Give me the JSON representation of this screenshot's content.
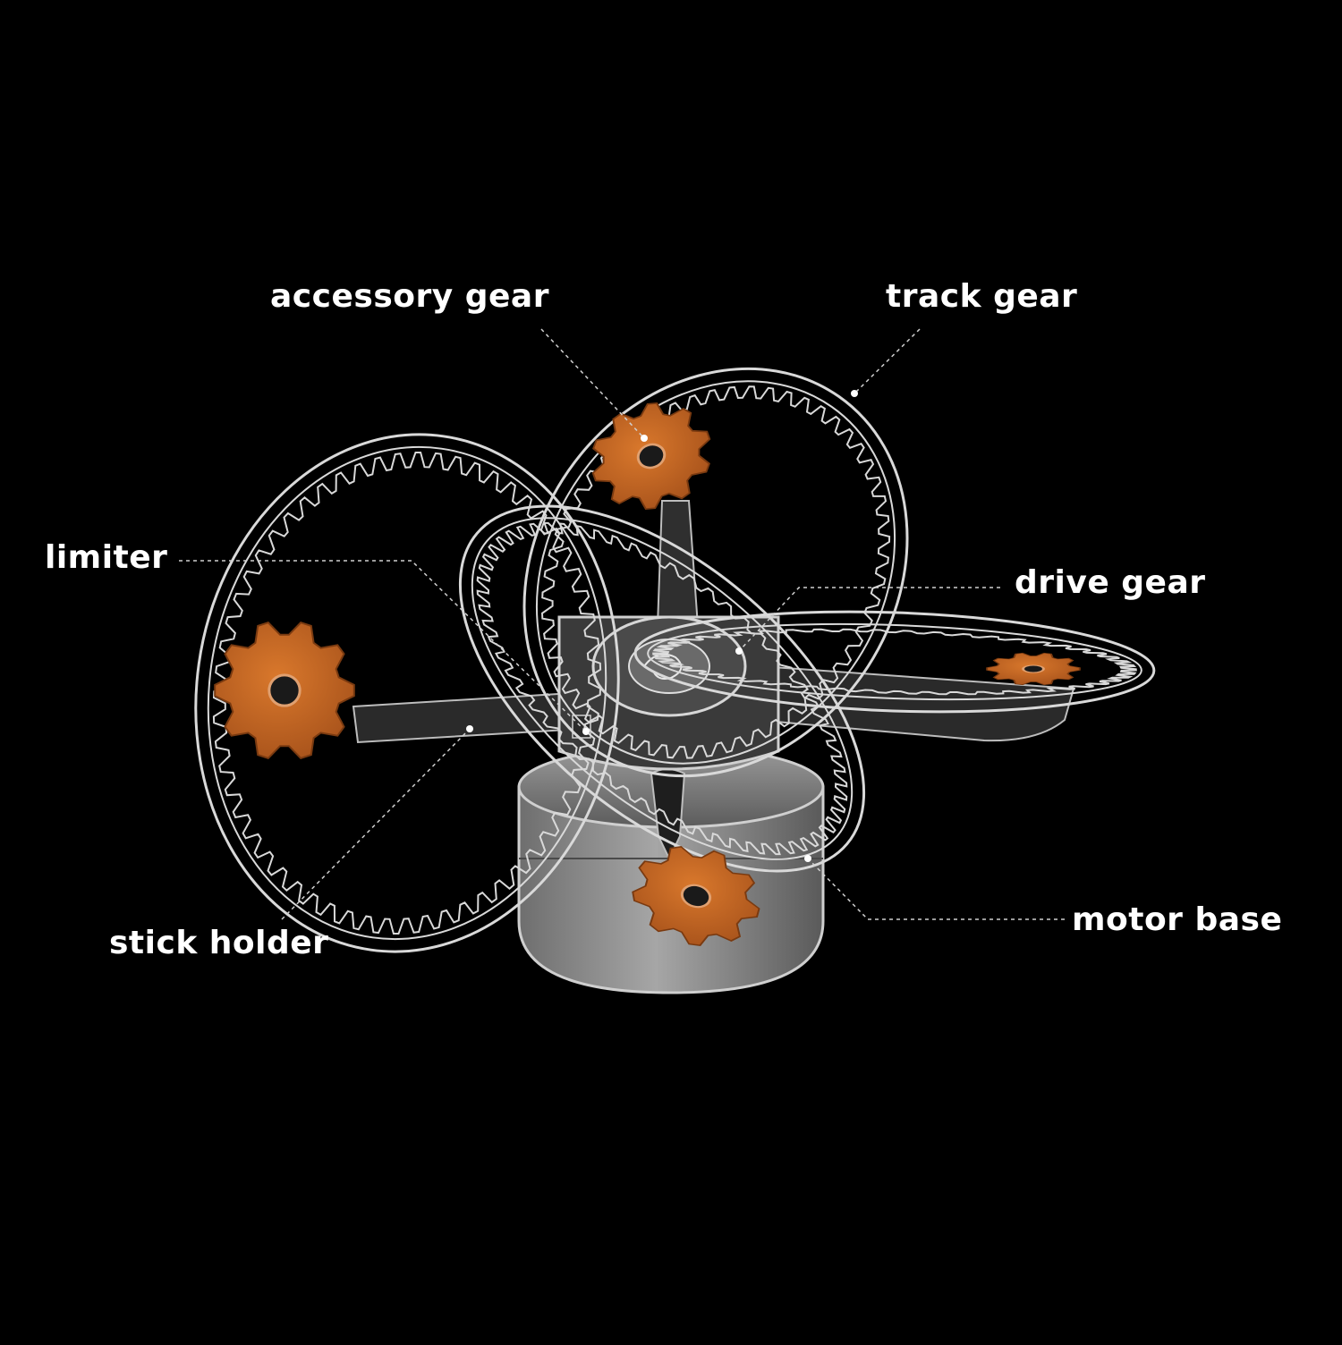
{
  "labels": {
    "accessory_gear": "accessory gear",
    "track_gear": "track gear",
    "limiter": "limiter",
    "drive_gear": "drive gear",
    "motor_base": "motor base",
    "stick_holder": "stick holder"
  },
  "colors": {
    "background": "#000000",
    "label_text": "#ffffff",
    "gear_orange": "#c8641e",
    "belt_outline": "#d9d9d9",
    "motor_gray": "#8a8a8a"
  }
}
